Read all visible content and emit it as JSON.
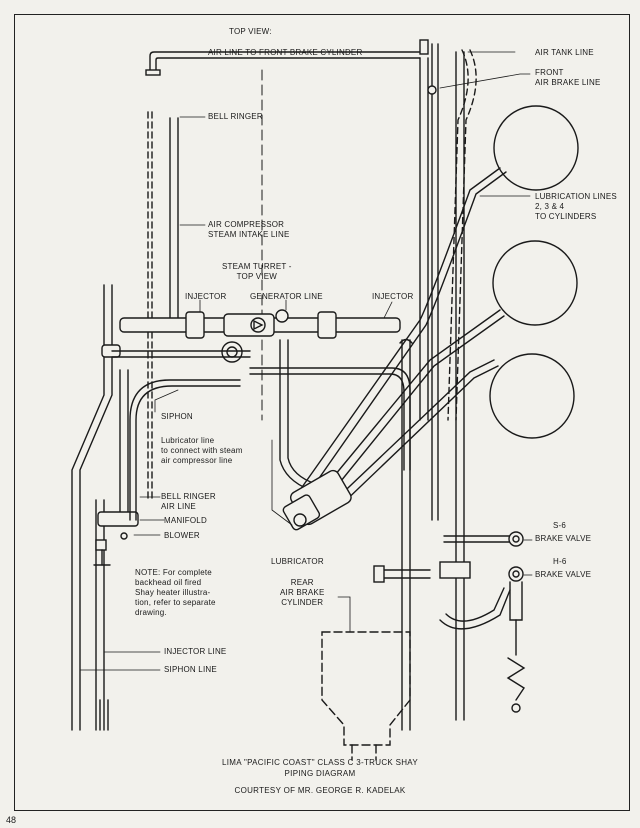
{
  "labels": {
    "top_view": "TOP VIEW:",
    "air_line_front_brake": "AIR LINE TO FRONT BRAKE CYLINDER",
    "air_tank_line": "AIR TANK LINE",
    "front_air_brake_line": "FRONT\nAIR BRAKE LINE",
    "bell_ringer": "BELL RINGER",
    "lubrication_lines": "LUBRICATION LINES\n2, 3 & 4\nTO CYLINDERS",
    "air_compressor_steam": "AIR COMPRESSOR\nSTEAM INTAKE LINE",
    "steam_turret": "STEAM TURRET -\nTOP VIEW",
    "injector_left": "INJECTOR",
    "generator_line": "GENERATOR LINE",
    "injector_right": "INJECTOR",
    "siphon": "SIPHON",
    "lubricator_line": "Lubricator line\nto connect with steam\nair compressor line",
    "bell_ringer_air": "BELL RINGER\nAIR LINE",
    "manifold": "MANIFOLD",
    "blower": "BLOWER",
    "lubricator": "LUBRICATOR",
    "s6": "S-6",
    "brake_valve_s6": "BRAKE VALVE",
    "h6": "H-6",
    "brake_valve_h6": "BRAKE VALVE",
    "note": "NOTE: For complete\n         backhead oil fired\n         Shay heater illustra-\n         tion, refer to separate\n         drawing.",
    "rear_air_brake": "REAR\nAIR BRAKE\nCYLINDER",
    "injector_line": "INJECTOR LINE",
    "siphon_line": "SIPHON LINE"
  },
  "caption": {
    "line1": "LIMA \"PACIFIC COAST\" CLASS C 3-TRUCK SHAY",
    "line2": "PIPING DIAGRAM",
    "line3": "COURTESY OF MR. GEORGE R. KADELAK"
  },
  "page_number": "48"
}
